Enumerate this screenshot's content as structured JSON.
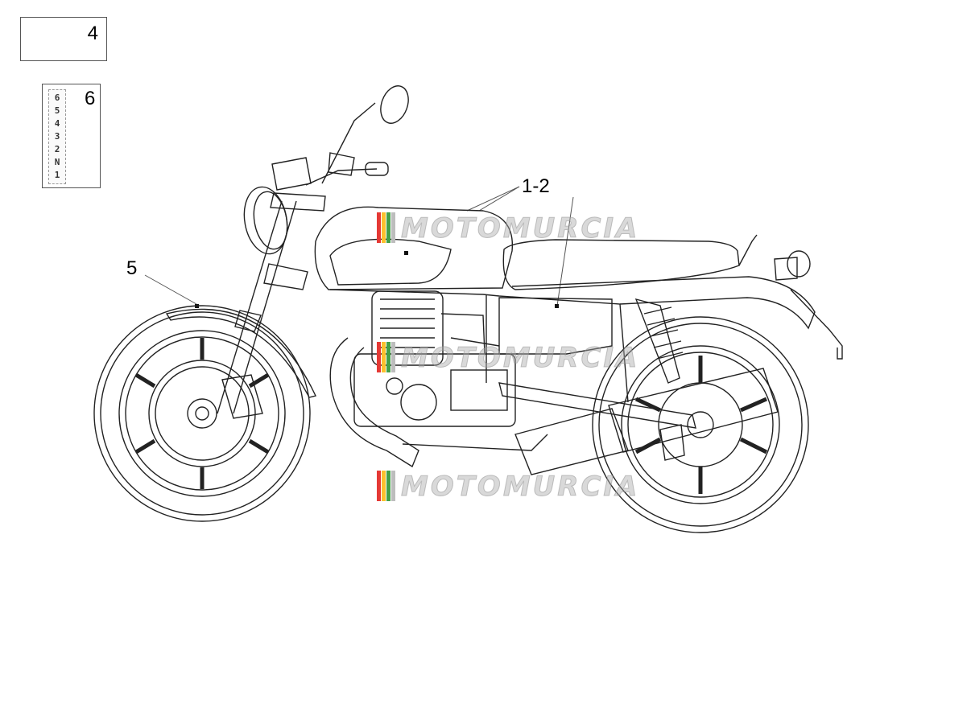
{
  "legend": {
    "box4": {
      "number": "4"
    },
    "box6": {
      "number": "6",
      "gears": [
        "6",
        "5",
        "4",
        "3",
        "2",
        "N",
        "1"
      ]
    }
  },
  "callouts": {
    "tank_sidepanel": "1-2",
    "front_mudguard": "5"
  },
  "watermark": {
    "text": "MOTOMURCIA",
    "stripe_colors": [
      "#e53935",
      "#fbc02d",
      "#43a047",
      "#bdbdbd"
    ]
  },
  "colors": {
    "line": "#222222",
    "leader": "#555555"
  }
}
